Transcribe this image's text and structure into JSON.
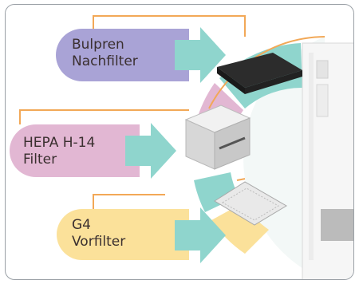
{
  "filters": [
    {
      "line1": "Bulpren",
      "line2": "Nachfilter",
      "color": "#a9a3d6"
    },
    {
      "line1": "HEPA H-14",
      "line2": "Filter",
      "color": "#e2b7d3"
    },
    {
      "line1": "G4",
      "line2": "Vorfilter",
      "color": "#fbe19a"
    }
  ],
  "colors": {
    "arrow": "#8fd5cd",
    "connector": "#f2a857",
    "frame_border": "#9aa0a6"
  }
}
